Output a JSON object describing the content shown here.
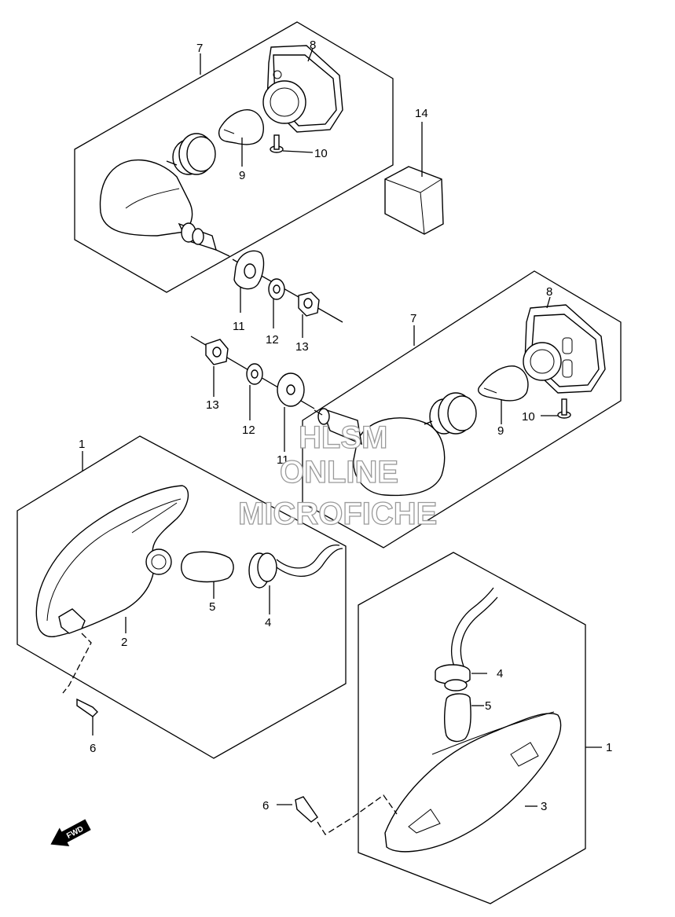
{
  "labels": {
    "top_group": {
      "l7": "7",
      "l8": "8",
      "l9": "9",
      "l10": "10",
      "l14": "14"
    },
    "hardware_a": {
      "l11": "11",
      "l12": "12",
      "l13": "13"
    },
    "hardware_b": {
      "l11": "11",
      "l12": "12",
      "l13": "13"
    },
    "mid_group": {
      "l7": "7",
      "l8": "8",
      "l9": "9",
      "l10": "10"
    },
    "left_group": {
      "l1": "1",
      "l2": "2",
      "l4": "4",
      "l5": "5",
      "l6": "6"
    },
    "right_group": {
      "l1": "1",
      "l3": "3",
      "l4": "4",
      "l5": "5",
      "l6": "6"
    }
  },
  "fwd_arrow": "FWD",
  "watermark": {
    "line1": "HLSM",
    "line2": "ONLINE",
    "line3": "MICROFICHE"
  }
}
